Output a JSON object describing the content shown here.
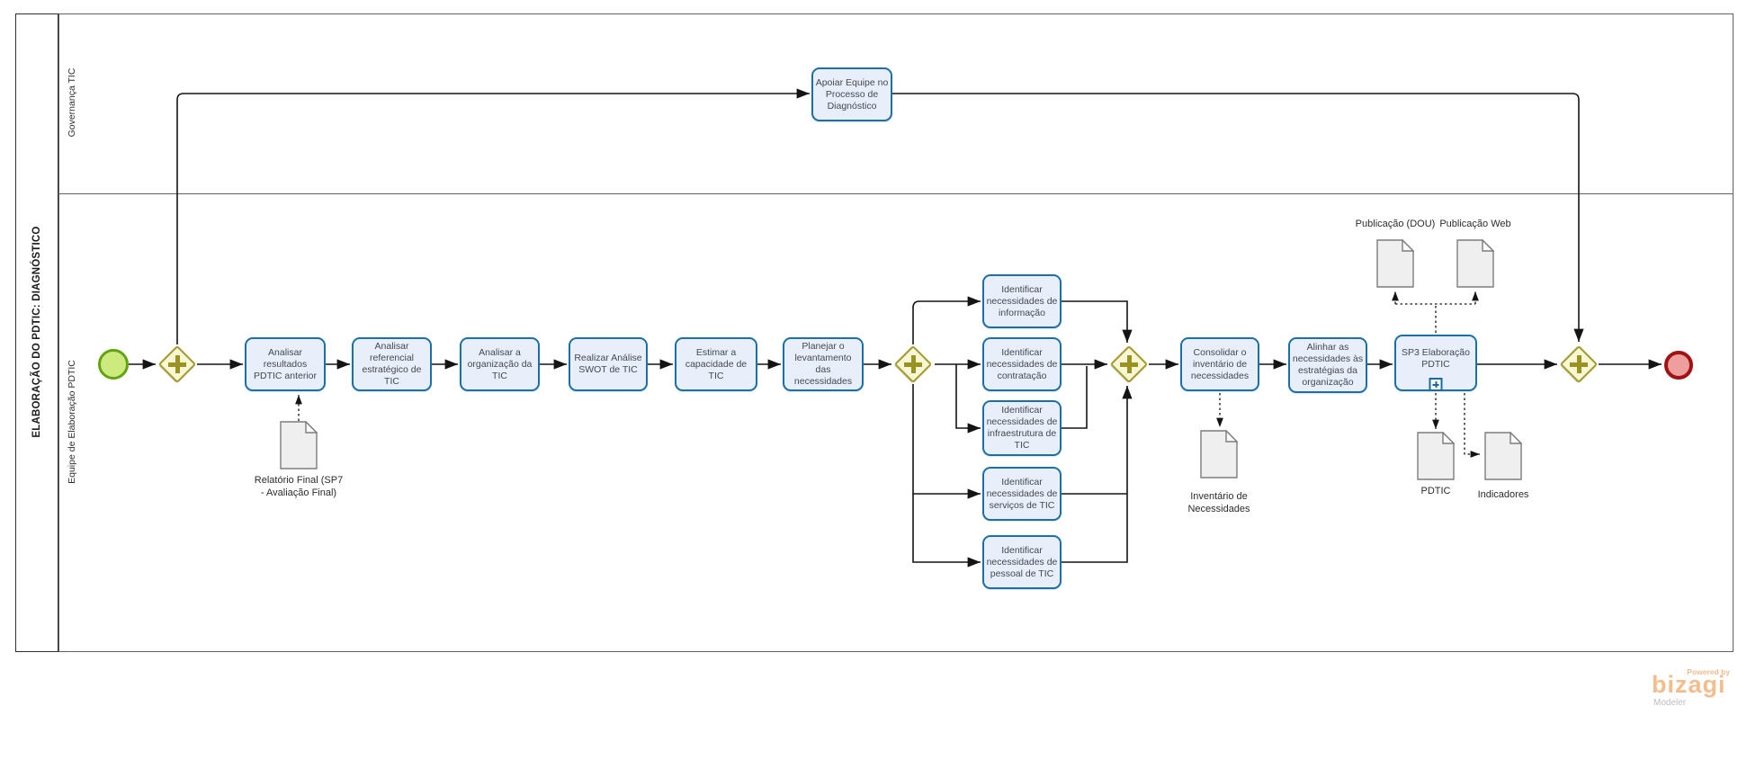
{
  "pool": {
    "title": "ELABORAÇÃO DO PDTIC: DIAGNÓSTICO"
  },
  "lanes": [
    {
      "label": "Governança TIC"
    },
    {
      "label": "Equipe de Elaboração PDTIC"
    }
  ],
  "tasks": [
    {
      "label": "Apoiar Equipe no Processo de Diagnóstico"
    },
    {
      "label": "Analisar resultados PDTIC anterior"
    },
    {
      "label": "Analisar referencial estratégico de TIC"
    },
    {
      "label": "Analisar a organização da TIC"
    },
    {
      "label": "Realizar Análise SWOT de TIC"
    },
    {
      "label": "Estimar a capacidade de TIC"
    },
    {
      "label": "Planejar o levantamento das necessidades"
    },
    {
      "label": "Identificar necessidades de informação"
    },
    {
      "label": "Identificar necessidades de contratação"
    },
    {
      "label": "Identificar necessidades de infraestrutura de TIC"
    },
    {
      "label": "Identificar necessidades de serviços de TIC"
    },
    {
      "label": "Identificar necessidades de pessoal de TIC"
    },
    {
      "label": "Consolidar o inventário de necessidades"
    },
    {
      "label": "Alinhar as necessidades às estratégias da organização"
    },
    {
      "label": "SP3 Elaboração PDTIC",
      "type": "subprocess"
    }
  ],
  "documents": [
    {
      "label": "Relatório Final (SP7 - Avaliação Final)"
    },
    {
      "label": "Inventário de Necessidades"
    },
    {
      "label": "Publicação (DOU)"
    },
    {
      "label": "Publicação Web"
    },
    {
      "label": "PDTIC"
    },
    {
      "label": "Indicadores"
    }
  ],
  "gateways": {
    "type": "parallel",
    "count": 4
  },
  "events": {
    "start": "start-event",
    "end": "end-event"
  },
  "logo": {
    "powered_by": "Powered by",
    "brand": "bizagi",
    "subtitle": "Modeler"
  },
  "colors": {
    "task_fill": "#E9EEFB",
    "task_border": "#1A70A8",
    "gateway_fill": "#F7F6D5",
    "gateway_border": "#A39A2E",
    "start_fill": "#CDEA7E",
    "start_border": "#61A410",
    "end_fill": "#EF9E9E",
    "end_border": "#A11212",
    "doc_fill": "#EFEFEF",
    "doc_border": "#7D7D7D",
    "logo_orange": "#F4BD8D"
  }
}
